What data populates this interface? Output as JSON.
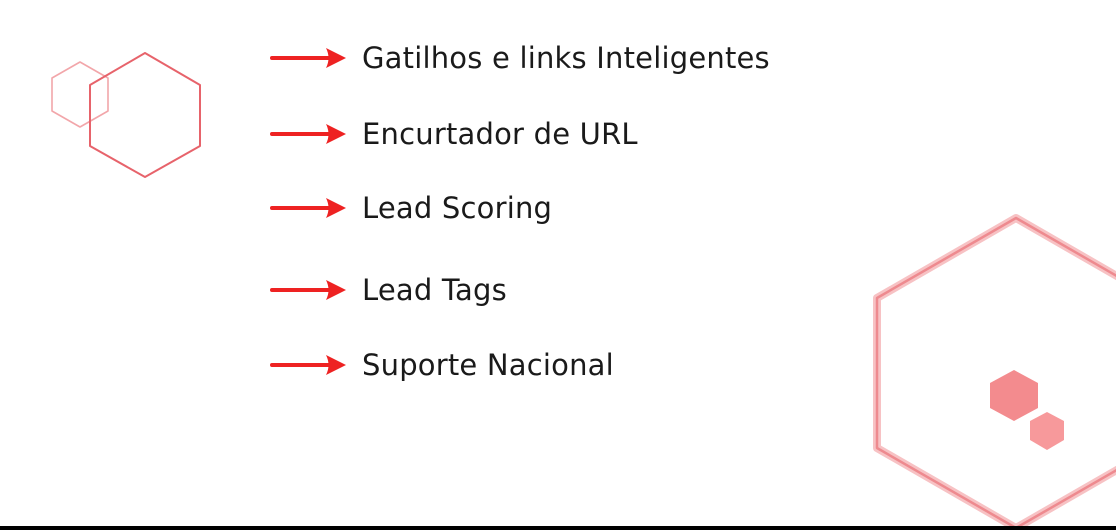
{
  "slide": {
    "items": [
      {
        "label": "Gatilhos e links Inteligentes",
        "icon": "arrow-right-icon"
      },
      {
        "label": "Encurtador de URL",
        "icon": "arrow-right-icon"
      },
      {
        "label": "Lead Scoring",
        "icon": "arrow-right-icon"
      },
      {
        "label": "Lead Tags",
        "icon": "arrow-right-icon"
      },
      {
        "label": "Suporte Nacional",
        "icon": "arrow-right-icon"
      }
    ],
    "colors": {
      "arrow": "#ee2222",
      "hex_outline": "#e7636b",
      "hex_outline_light": "#f2a6aa",
      "hex_fill": "#f38b8e",
      "text": "#1a1a1a",
      "background": "#ffffff"
    }
  }
}
